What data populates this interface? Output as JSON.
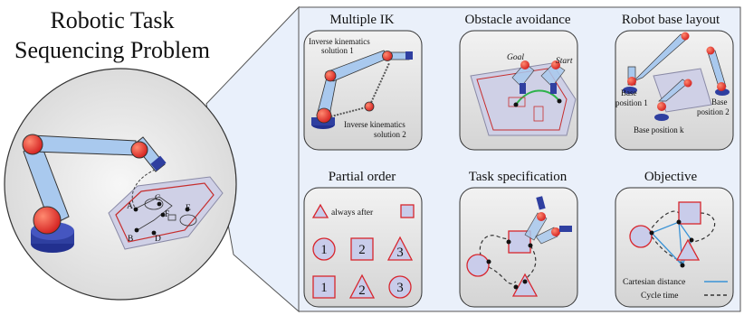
{
  "main_title": [
    "Robotic Task",
    "Sequencing Problem"
  ],
  "overview_labels": [
    "A",
    "B",
    "C",
    "D",
    "E",
    "F"
  ],
  "panels": {
    "multiple_ik": {
      "title": "Multiple IK",
      "label_1": [
        "Inverse kinematics",
        "solution 1"
      ],
      "label_2": [
        "Inverse kinematics",
        "solution 2"
      ]
    },
    "obstacle": {
      "title": "Obstacle avoidance",
      "goal": "Goal",
      "start": "Start"
    },
    "base_layout": {
      "title": "Robot base layout",
      "base_1": [
        "Base",
        "position 1"
      ],
      "base_2": [
        "Base",
        "position 2"
      ],
      "base_k": "Base position k"
    },
    "partial_order": {
      "title": "Partial order",
      "always_after": "always after",
      "grid": [
        [
          "1",
          "2",
          "3"
        ],
        [
          "1",
          "2",
          "3"
        ]
      ]
    },
    "task_spec": {
      "title": "Task specification"
    },
    "objective": {
      "title": "Objective",
      "legend_cartesian": "Cartesian distance",
      "legend_cycle": "Cycle time"
    }
  },
  "colors": {
    "robot_link": "#a9c9ee",
    "robot_joint": "#e8392a",
    "robot_base": "#2f3fa0",
    "shape_fill": "#c9ccea",
    "shape_stroke": "#d8252c",
    "highlight_line": "#3a93d6",
    "panel_bg": "#eaf0fa",
    "card_bg": "#e6e6e6"
  }
}
